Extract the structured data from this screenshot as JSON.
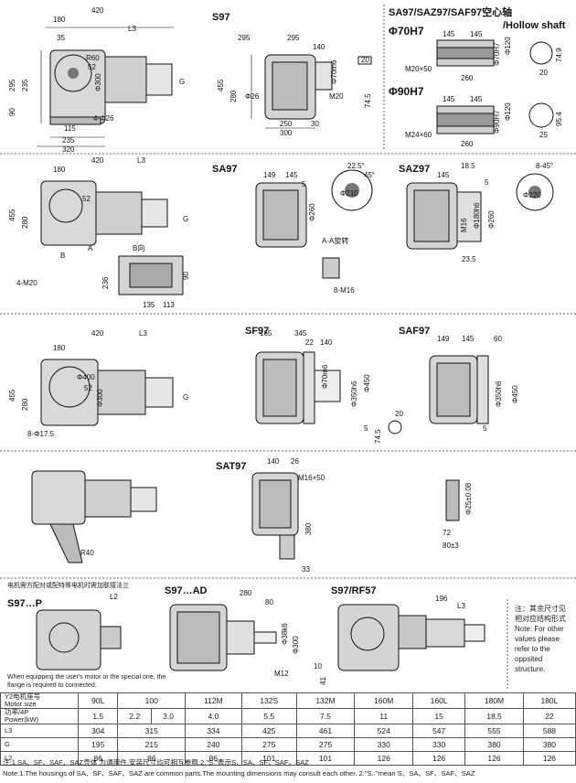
{
  "s97": {
    "title": "S97",
    "dims_left": [
      "420",
      "180",
      "35",
      "L3",
      "295",
      "235",
      "90",
      "G",
      "115",
      "235",
      "320",
      "4-Φ26",
      "R60",
      "52",
      "Φ300"
    ],
    "dims_mid": [
      "295",
      "295",
      "140",
      "Φ70m6",
      "20",
      "455",
      "280",
      "Φ26",
      "M20",
      "74.5",
      "250",
      "30",
      "300"
    ]
  },
  "hollow": {
    "title": "SA97/SAZ97/SAF97空心轴",
    "title_en": "/Hollow shaft",
    "d70": "Φ70H7",
    "d90": "Φ90H7",
    "dims70": [
      "145",
      "145",
      "M20×50",
      "260",
      "Φ120",
      "Φ70H7",
      "74.9",
      "20"
    ],
    "dims90": [
      "145",
      "145",
      "M24×60",
      "260",
      "Φ120",
      "Φ90H7",
      "95.4",
      "25"
    ]
  },
  "sa97": {
    "title": "SA97",
    "saz_title": "SAZ97",
    "dims_left": [
      "420",
      "180",
      "L3",
      "455",
      "280",
      "G",
      "B",
      "A",
      "B向",
      "4-M20",
      "236",
      "90",
      "135",
      "113",
      "52"
    ],
    "dims_mid": [
      "149",
      "145",
      "5",
      "Φ260",
      "22.5°",
      "45°",
      "Φ210",
      "A-A旋转",
      "8-M16"
    ],
    "dims_right": [
      "18.5",
      "145",
      "5",
      "M16",
      "Φ180h6",
      "Φ260",
      "23.5",
      "8-45°",
      "Φ220"
    ]
  },
  "sf97": {
    "title": "SF97",
    "saf_title": "SAF97",
    "dims_left": [
      "420",
      "180",
      "L3",
      "455",
      "280",
      "G",
      "8-Φ17.5",
      "Φ400",
      "52",
      "Φ300"
    ],
    "dims_mid": [
      "165",
      "345",
      "22",
      "140",
      "Φ70m6",
      "Φ350h6",
      "Φ450",
      "20",
      "74.5",
      "5"
    ],
    "dims_right": [
      "149",
      "145",
      "60",
      "Φ350h6",
      "Φ450",
      "5"
    ]
  },
  "sat97": {
    "title": "SAT97",
    "dims": [
      "140",
      "26",
      "M16×50",
      "380",
      "33",
      "R40",
      "Φ25±0.08",
      "72",
      "80±3"
    ]
  },
  "adapters": {
    "cn_note": "电机需方配对或配特殊电机时需加联接法兰",
    "p_title": "S97…P",
    "ad_title": "S97…AD",
    "rf_title": "S97/RF57",
    "en_note": "When equipping the user's motor or the special one, the flange is required to connected.",
    "dims_p": [
      "L2"
    ],
    "dims_ad": [
      "280",
      "80",
      "Φ38k6",
      "Φ300",
      "M12",
      "10",
      "41"
    ],
    "dims_rf": [
      "196",
      "L3"
    ]
  },
  "side_note": {
    "cn": "注：其余尺寸见相对应结构形式",
    "en": "Note: For other values please refer to the oppsited structure."
  },
  "table": {
    "motor_cn": "Y2电机座号",
    "motor_en": "Motor size",
    "power_cn": "功率/4P",
    "power_en": "Power(kW)",
    "motor_sizes": [
      "90L",
      "100",
      "112M",
      "132S",
      "132M",
      "160M",
      "160L",
      "180M",
      "180L"
    ],
    "power": [
      "1.5",
      "2.2",
      "3.0",
      "4.0",
      "5.5",
      "7.5",
      "11",
      "15",
      "18.5",
      "22"
    ],
    "rows": [
      {
        "label": "L3",
        "values": [
          "304",
          "315",
          "334",
          "425",
          "461",
          "524",
          "547",
          "555",
          "588"
        ]
      },
      {
        "label": "G",
        "values": [
          "195",
          "215",
          "240",
          "275",
          "275",
          "330",
          "330",
          "380",
          "380"
        ]
      },
      {
        "label": "L2",
        "values": [
          "86",
          "86",
          "86",
          "101",
          "101",
          "126",
          "126",
          "126",
          "126"
        ]
      }
    ]
  },
  "notes": {
    "cn": "注:1.SA、SF、SAF、SAZ壳体 为通用件,安装尺寸均可相互参照.2.\"S.\"表示S、SA、SF、SAF、SAZ",
    "en": "Note:1.The housings of SA、SF、SAF、SAZ are common parts.The mounting dimensions may consult each other. 2.\"S..\"mean S、SA、SF、SAF、SAZ"
  }
}
